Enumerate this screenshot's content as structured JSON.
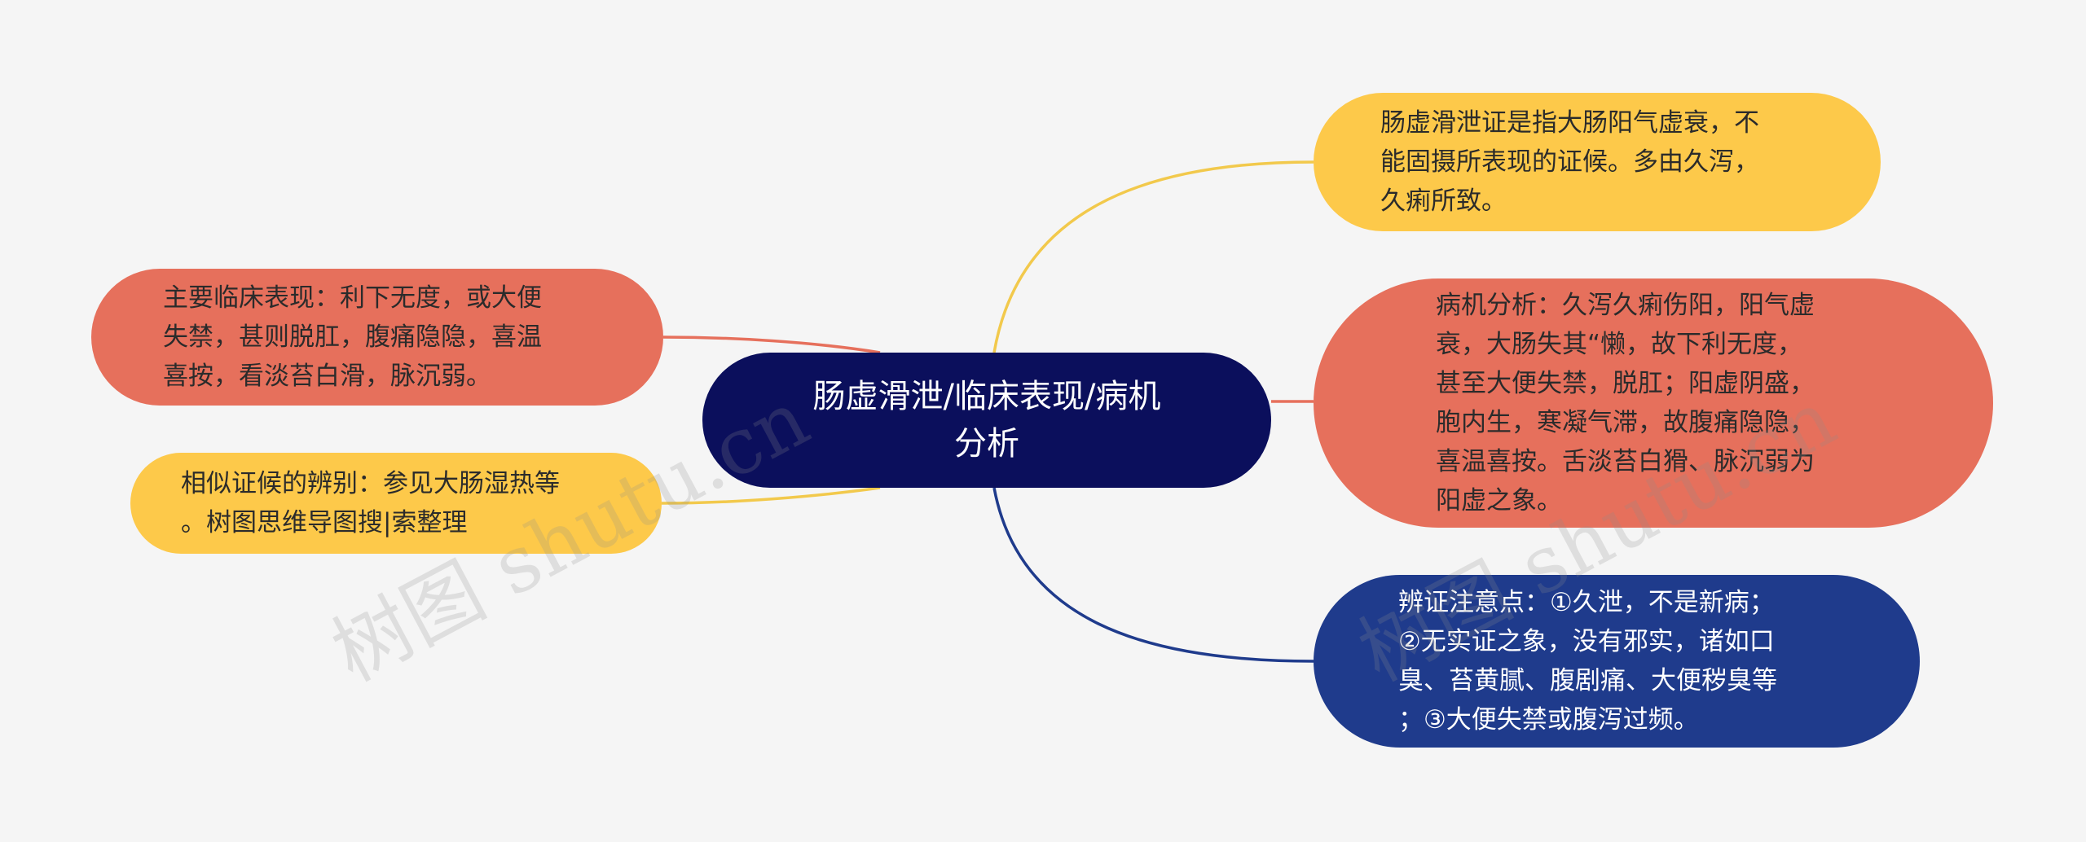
{
  "central": {
    "text": "肠虚滑泄/临床表现/病机\n分析"
  },
  "nodes": {
    "definition": {
      "text": "肠虚滑泄证是指大肠阳气虚衰，不\n能固摄所表现的证候。多由久泻，\n久痢所致。"
    },
    "pathology": {
      "text": "病机分析：久泻久痢伤阳，阳气虚\n衰，大肠失其“懒，故下利无度，\n甚至大便失禁，脱肛；阳虚阴盛，\n胞内生，寒凝气滞，故腹痛隐隐，\n喜温喜按。舌淡苔白猾、脉沉弱为\n阳虚之象。"
    },
    "notes": {
      "text": "辨证注意点：①久泄，不是新病；\n②无实证之象，没有邪实，诸如口\n臭、苔黄腻、腹剧痛、大便秽臭等\n；③大便失禁或腹泻过频。"
    },
    "main_symptoms": {
      "text": "主要临床表现：利下无度，或大便\n失禁，甚则脱肛，腹痛隐隐，喜温\n喜按，看淡苔白滑，脉沉弱。"
    },
    "similar": {
      "text": "相似证候的辨别：参见大肠湿热等\n。树图思维导图搜|索整理"
    }
  },
  "watermark": {
    "left": "树图 shutu.cn",
    "right": "树图 shutu.cn"
  },
  "colors": {
    "central": "#0b0f5c",
    "yellow": "#fdc94a",
    "red": "#e6705c",
    "blue": "#1f3b8c",
    "background": "#f5f5f5"
  }
}
